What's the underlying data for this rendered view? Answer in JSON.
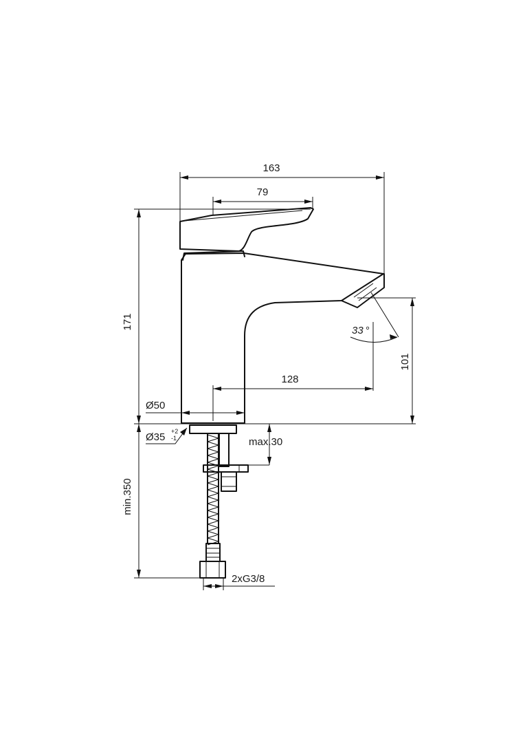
{
  "dimensions": {
    "overall_length": "163",
    "lever_length": "79",
    "total_height": "171",
    "spout_height": "101",
    "spout_reach": "128",
    "spout_angle": "33",
    "spout_angle_unit": "°",
    "body_diameter": "Ø50",
    "hole_diameter": "Ø35",
    "hole_tol_plus": "+2",
    "hole_tol_minus": "-1",
    "max_thickness": "max.30",
    "min_hose_length": "min.350",
    "connections": "2xG3/8"
  },
  "colors": {
    "line": "#111111",
    "background": "#ffffff"
  }
}
